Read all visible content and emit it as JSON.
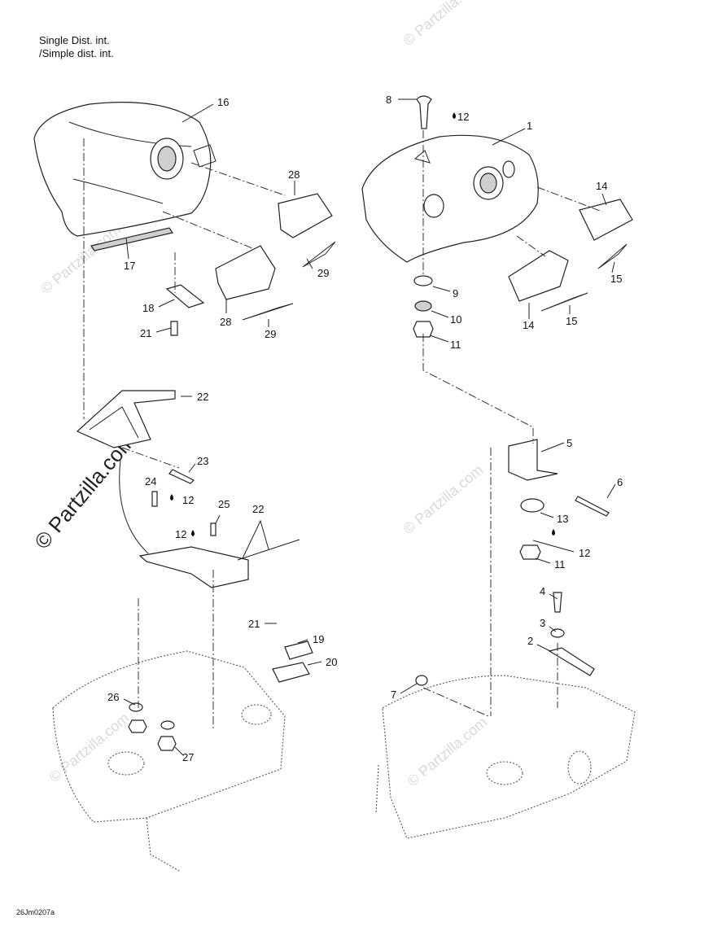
{
  "header": {
    "line1": "Single Dist. int.",
    "line2": "/Simple dist. int."
  },
  "footer_code": "26Jm0207a",
  "watermarks": {
    "small": "© Partzilla.com",
    "large": "© Partzilla.com"
  },
  "callouts": {
    "c16": "16",
    "c28a": "28",
    "c28b": "28",
    "c29a": "29",
    "c29b": "29",
    "c17": "17",
    "c18": "18",
    "c21a": "21",
    "c22a": "22",
    "c23": "23",
    "c24": "24",
    "c12a": "12",
    "c25": "25",
    "c22b": "22",
    "c12b": "12",
    "c21b": "21",
    "c19": "19",
    "c20": "20",
    "c26": "26",
    "c27": "27",
    "c8": "8",
    "c12c": "12",
    "c1": "1",
    "c14a": "14",
    "c14b": "14",
    "c15a": "15",
    "c15b": "15",
    "c9": "9",
    "c10": "10",
    "c11a": "11",
    "c5": "5",
    "c6": "6",
    "c13": "13",
    "c12d": "12",
    "c11b": "11",
    "c4": "4",
    "c3": "3",
    "c2": "2",
    "c7": "7"
  },
  "colors": {
    "line": "#222222",
    "watermark": "#d9d9d9",
    "shaded": "#cfcfcf"
  }
}
